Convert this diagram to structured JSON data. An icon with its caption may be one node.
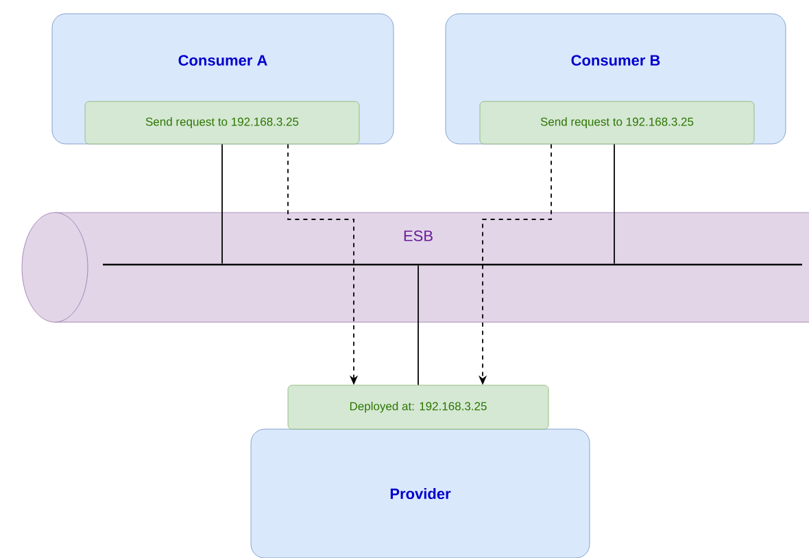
{
  "diagram": {
    "nodes": [
      {
        "text": [
          "Consumer A"
        ]
      },
      {
        "text": [
          "Send request to 192.168.3.25"
        ],
        "in": 0
      },
      {
        "text": [
          "Consumer B"
        ]
      },
      {
        "text": [
          "Send request to 192.168.3.25"
        ],
        "in": 2
      },
      {
        "text": [
          "ESB"
        ]
      },
      {
        "text": [],
        "shape": "bar",
        "in": 4
      },
      {
        "text": [
          "Deployed at: 192.168.3.25"
        ]
      },
      {
        "text": [
          "Provider"
        ]
      }
    ],
    "edges": [
      {
        "from": 1,
        "to": 5,
        "arrow": "none"
      },
      {
        "from": 3,
        "to": 5,
        "arrow": "none"
      },
      {
        "from": 5,
        "to": 6,
        "arrow": "none"
      },
      {
        "from": 1,
        "to": 6,
        "arrow": "to",
        "style": "dashed"
      },
      {
        "from": 3,
        "to": 6,
        "arrow": "to",
        "style": "dashed"
      }
    ]
  }
}
